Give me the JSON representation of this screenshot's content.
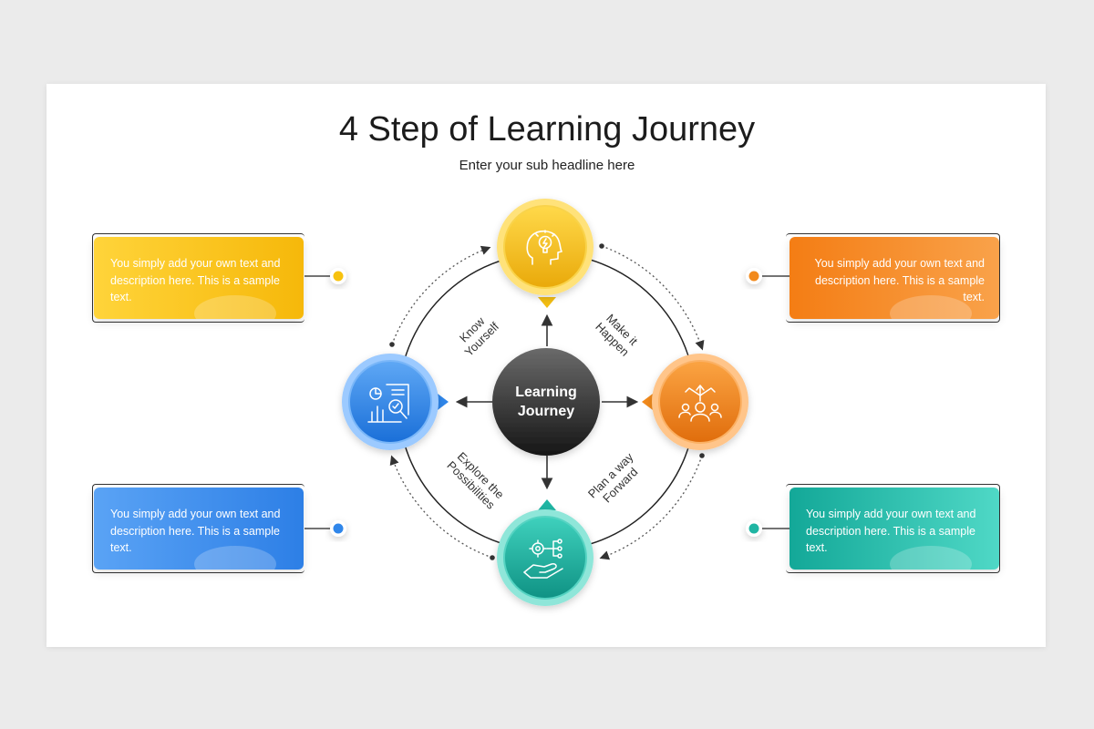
{
  "title": "4 Step of Learning Journey",
  "subtitle": "Enter your sub headline here",
  "center": {
    "line1": "Learning",
    "line2": "Journey"
  },
  "steps": {
    "top_left": {
      "line1": "Know",
      "line2": "Yourself"
    },
    "top_right": {
      "line1": "Make it",
      "line2": "Happen"
    },
    "bottom_right": {
      "line1": "Plan a way",
      "line2": "Forward"
    },
    "bottom_left": {
      "line1": "Explore the",
      "line2": "Possibilities"
    }
  },
  "boxes": {
    "yellow": "You simply add your own text and description here. This is a sample text.",
    "orange": "You simply add your own text and description here. This is a sample text.",
    "blue": "You simply add your own text and description here. This is a sample text.",
    "teal": "You simply add your own text and description here. This is a sample text."
  },
  "nodes": {
    "top": {
      "icon": "head-lightbulb-icon"
    },
    "right": {
      "icon": "team-direction-icon"
    },
    "bottom": {
      "icon": "hand-gear-network-icon"
    },
    "left": {
      "icon": "chart-report-magnifier-icon"
    }
  },
  "colors": {
    "yellow": "#f7c20f",
    "orange": "#f28a1c",
    "blue": "#2f86ea",
    "teal": "#1fb5a3",
    "center": "#3a3a3a"
  }
}
